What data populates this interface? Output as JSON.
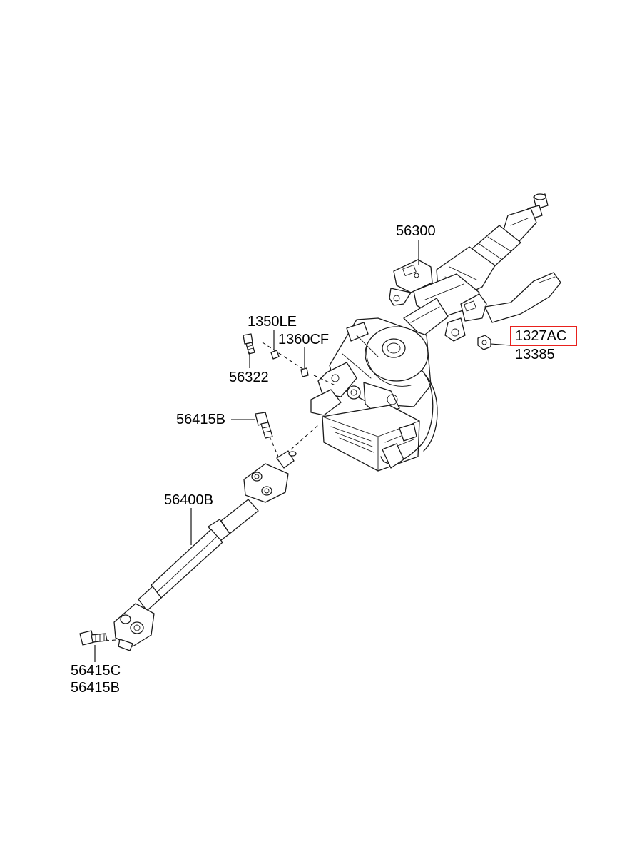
{
  "diagram": {
    "colors": {
      "line": "#1a1a1a",
      "label": "#000000",
      "highlight": "#e8211d",
      "background": "#ffffff"
    },
    "labels": {
      "column_assembly": "56300",
      "bolt_1350le": "1350LE",
      "nut_1360cf": "1360CF",
      "bolt_56322": "56322",
      "nut_1327ac": "1327AC",
      "nut_13385": "13385",
      "bolt_upper_56415b": "56415B",
      "joint_shaft": "56400B",
      "bolt_lower_56415c": "56415C",
      "bolt_lower_56415b": "56415B"
    },
    "highlighted_part": "1327AC"
  }
}
